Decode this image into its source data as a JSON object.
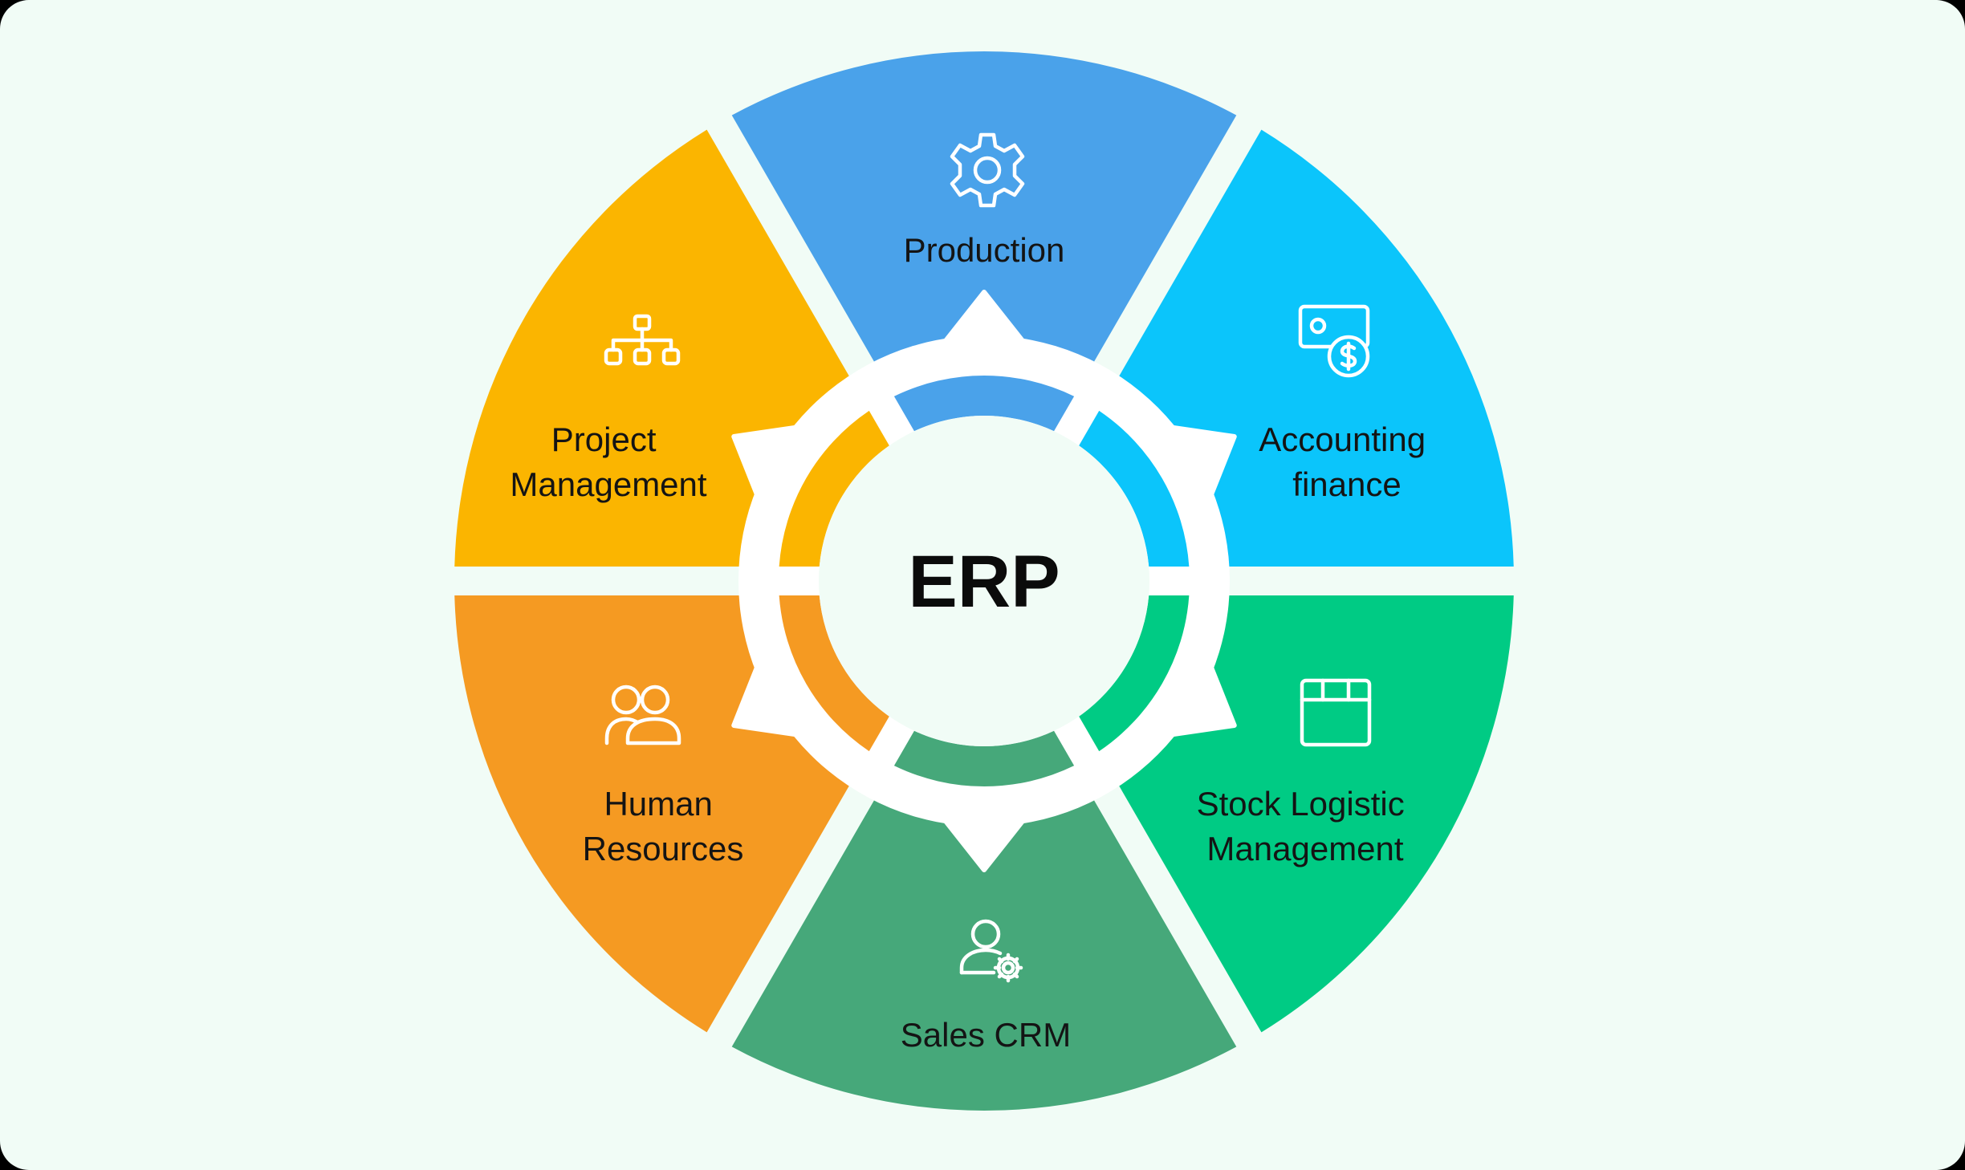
{
  "center": {
    "title": "ERP"
  },
  "segments": [
    {
      "key": "production",
      "label_lines": [
        "Production"
      ],
      "icon": "gear-icon",
      "color": "#4aa2ea"
    },
    {
      "key": "accounting",
      "label_lines": [
        "Accounting",
        "finance"
      ],
      "icon": "money-icon",
      "color": "#0bc5fb"
    },
    {
      "key": "stock",
      "label_lines": [
        "Stock Logistic",
        "Management"
      ],
      "icon": "box-icon",
      "color": "#00cb84"
    },
    {
      "key": "sales",
      "label_lines": [
        "Sales CRM"
      ],
      "icon": "user-settings-icon",
      "color": "#46a87a"
    },
    {
      "key": "hr",
      "label_lines": [
        "Human",
        "Resources"
      ],
      "icon": "users-icon",
      "color": "#f59a22"
    },
    {
      "key": "project",
      "label_lines": [
        "Project",
        "Management"
      ],
      "icon": "org-chart-icon",
      "color": "#fbb500"
    }
  ]
}
